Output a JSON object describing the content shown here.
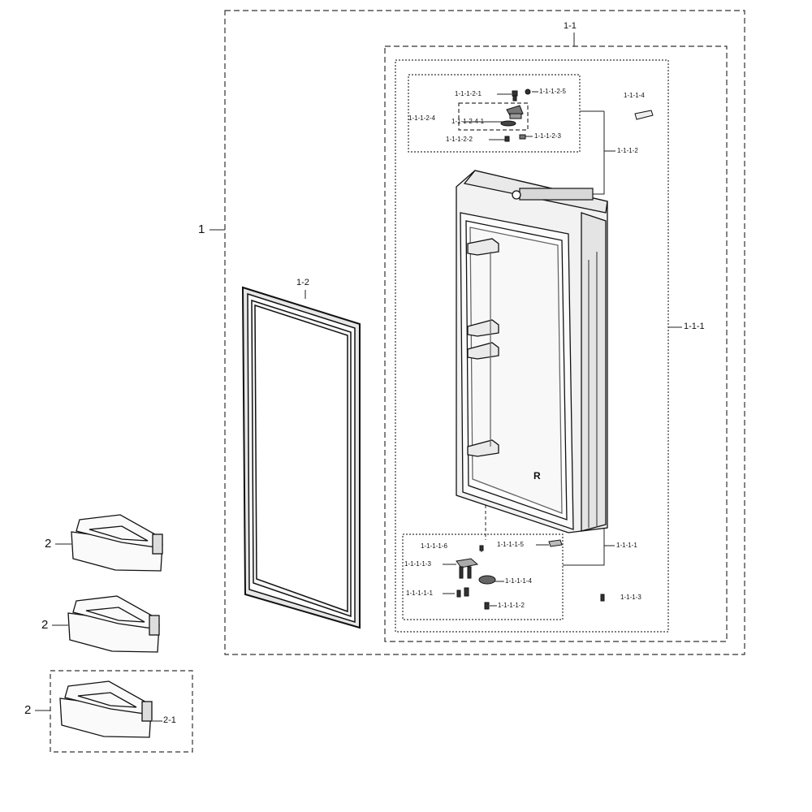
{
  "callouts": {
    "c_1": "1",
    "c_1_1": "1-1",
    "c_1_2": "1-2",
    "c_1_1_1": "1-1-1",
    "c_1_1_1_1": "1-1-1-1",
    "c_1_1_1_1_1": "1-1-1-1-1",
    "c_1_1_1_1_2": "1-1-1-1-2",
    "c_1_1_1_1_3": "1-1-1-1-3",
    "c_1_1_1_1_4": "1-1-1-1-4",
    "c_1_1_1_1_5": "1-1-1-1-5",
    "c_1_1_1_1_6": "1-1-1-1-6",
    "c_1_1_1_2": "1-1-1-2",
    "c_1_1_1_2_1": "1-1-1-2-1",
    "c_1_1_1_2_2": "1-1-1-2-2",
    "c_1_1_1_2_3": "1-1-1-2-3",
    "c_1_1_1_2_4": "1-1-1-2-4",
    "c_1_1_1_2_4_1": "1-1-1-2-4-1",
    "c_1_1_1_2_5": "1-1-1-2-5",
    "c_1_1_1_3": "1-1-1-3",
    "c_1_1_1_4": "1-1-1-4",
    "c_2a": "2",
    "c_2b": "2",
    "c_2c": "2",
    "c_2_1": "2-1"
  },
  "door_mark": "R"
}
